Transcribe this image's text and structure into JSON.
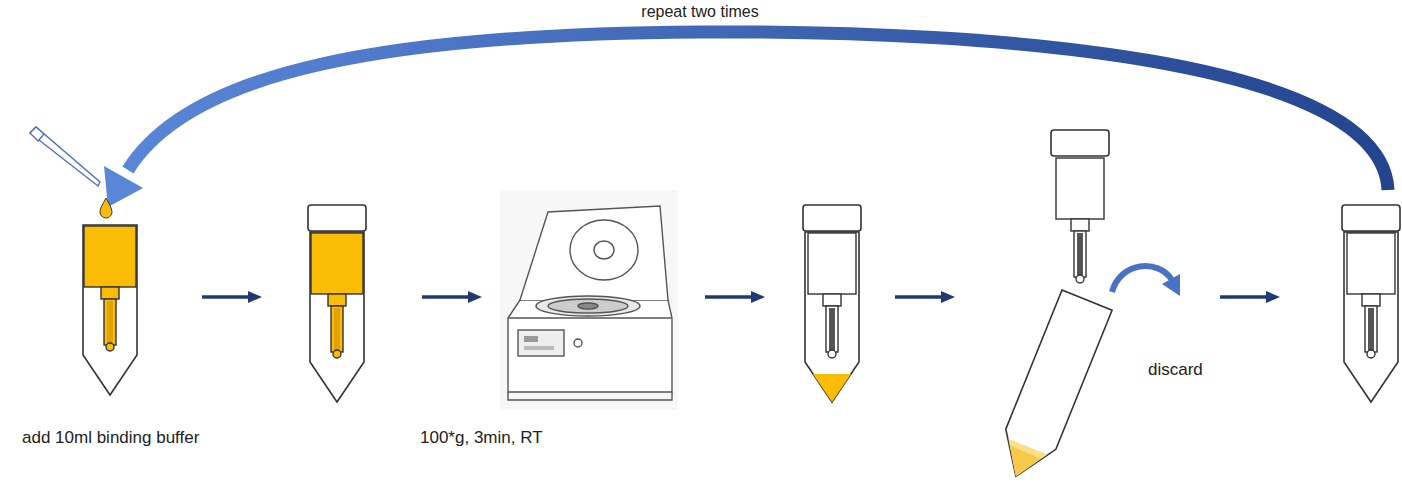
{
  "diagram": {
    "labels": [
      "repeat two times",
      "add 10ml binding buffer",
      "100*g, 3min, RT",
      "discard"
    ]
  }
}
